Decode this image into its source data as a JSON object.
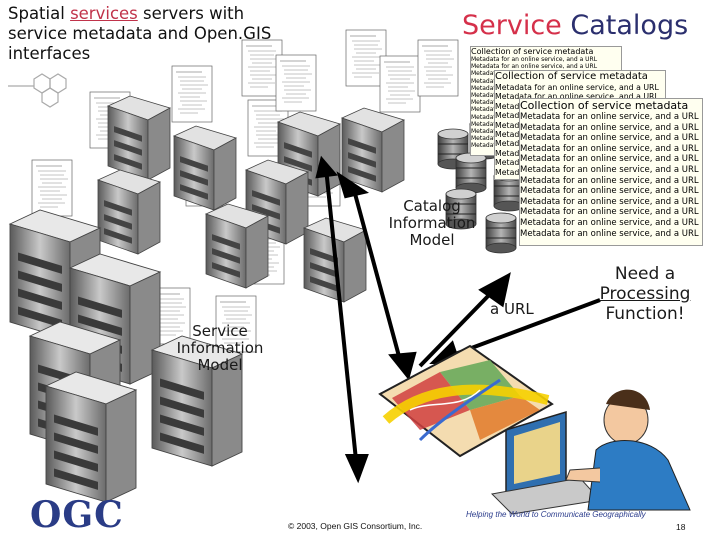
{
  "title_left": {
    "line1_a": "Spatial ",
    "line1_link": "services",
    "line1_b": " servers with",
    "line2": "service metadata and Open.GIS",
    "line3": "interfaces"
  },
  "title_right": {
    "word1": "Service",
    "word2": "Catalogs"
  },
  "catalog_panel": {
    "header": "Collection of service metadata",
    "row_text": "Metadata for an online service, and a URL"
  },
  "labels": {
    "catalog_model": "Catalog Information Model",
    "service_model": "Service Information Model",
    "url": "a URL",
    "need_line1": "Need a",
    "need_line2": "Processing",
    "need_line3": "Function!"
  },
  "footer": {
    "logo": "OGC",
    "copyright": "© 2003, Open GIS Consortium, Inc.",
    "tagline": "Helping the World to Communicate Geographically",
    "page": "18"
  },
  "colors": {
    "accent_red": "#d5304a",
    "accent_navy": "#2b2f6e",
    "logo_blue": "#2a3c86"
  }
}
